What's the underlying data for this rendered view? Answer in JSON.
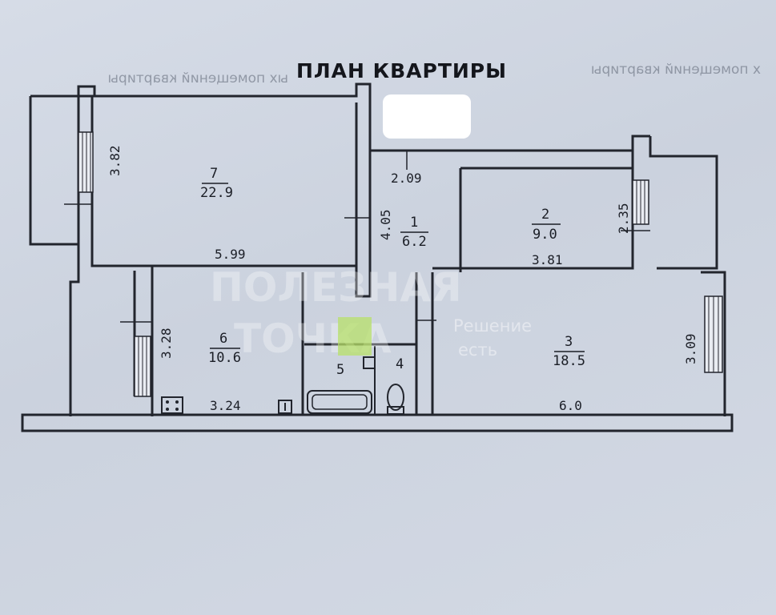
{
  "title": "ПЛАН КВАРТИРЫ",
  "header_faint_left": "ых помещений квартиры",
  "header_faint_right": "х помещений квартиры",
  "rooms": [
    {
      "number": "7",
      "area": "22.9"
    },
    {
      "number": "1",
      "area": "6.2"
    },
    {
      "number": "2",
      "area": "9.0"
    },
    {
      "number": "6",
      "area": "10.6"
    },
    {
      "number": "3",
      "area": "18.5"
    },
    {
      "number": "5"
    },
    {
      "number": "4"
    }
  ],
  "dimensions": [
    "3.82",
    "5.99",
    "4.05",
    "2.09",
    "2.35",
    "3.81",
    "3.28",
    "3.24",
    "3.09",
    "6.0"
  ],
  "watermark": {
    "line1": "ПОЛЕЗНАЯ",
    "line2": "ТОЧКА",
    "tag1": "Решение",
    "tag2": "есть"
  }
}
